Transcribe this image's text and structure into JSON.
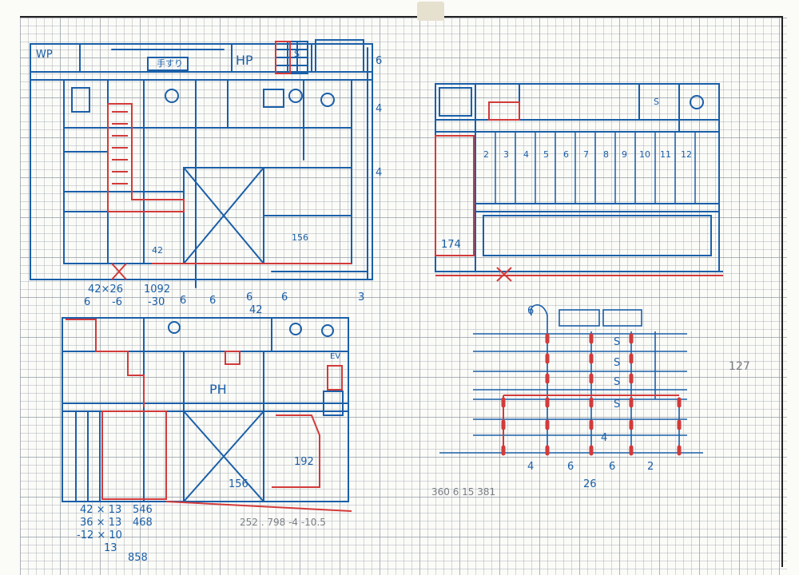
{
  "sheet": {
    "pencil_note": "127",
    "colors": {
      "ink_blue": "#1a5fa8",
      "ink_red": "#d23a3a",
      "pencil": "#7a7f86"
    }
  },
  "plan_top_left": {
    "labels": {
      "wp": "WP",
      "hp": "HP",
      "tesuri": "手すり",
      "s": "S",
      "42x26": "42×26",
      "1092": "1092",
      "minus6": "-6",
      "minus30": "-30",
      "area_156": "156",
      "area_42": "42",
      "dim_6a": "6",
      "dim_6b": "6",
      "dim_6c": "6",
      "dim_42": "42",
      "dim_6d": "6",
      "dim_6e": "6",
      "dim_3": "3",
      "dim_6f": "6",
      "dim_4": "4",
      "dim_4b": "4"
    }
  },
  "plan_bottom_left": {
    "labels": {
      "ph": "PH",
      "area_156": "156",
      "area_192": "192",
      "ev": "EV",
      "calc_line1_left": "42 × 13",
      "calc_line1_right": "546",
      "calc_line2_left": "36 × 13",
      "calc_line2_right": "468",
      "calc_line3_left": "-12 × 10",
      "calc_line4_left": "13",
      "calc_total": "858",
      "pencil_dims": "252 . 798   -4   -10.5"
    }
  },
  "plan_top_right": {
    "unit_numbers": [
      "2",
      "3",
      "4",
      "5",
      "6",
      "7",
      "8",
      "9",
      "10",
      "11",
      "12"
    ],
    "s": "S",
    "area_174": "174"
  },
  "diagram_bottom_right": {
    "labels": {
      "s1": "S",
      "s2": "S",
      "s3": "S",
      "s4": "S",
      "bottom_4": "4",
      "bottom_6a": "6",
      "bottom_6b": "6",
      "bottom_2": "2",
      "bottom_26": "26",
      "mark_6": "6",
      "mark_4": "4"
    },
    "pencil_numbers": "360   6   15      381"
  }
}
